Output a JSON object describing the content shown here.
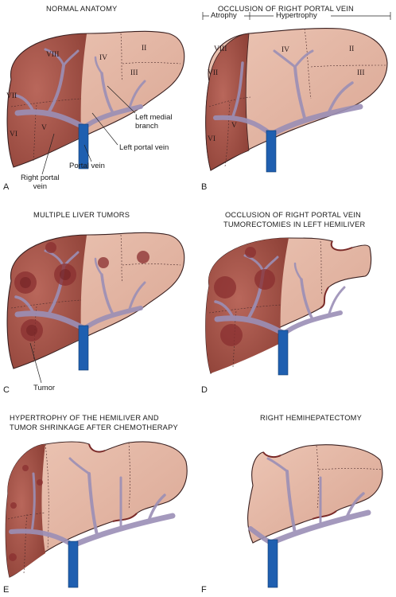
{
  "panels": {
    "A": {
      "letter": "A",
      "title": "NORMAL ANATOMY",
      "segments": {
        "s2": "II",
        "s3": "III",
        "s4": "IV",
        "s5": "V",
        "s6": "VI",
        "s7": "VII",
        "s8": "VIII"
      },
      "labels": {
        "left_medial_branch": "Left medial\nbranch",
        "left_portal_vein": "Left portal vein",
        "portal_vein": "Portal vein",
        "right_portal_vein": "Right portal\nvein"
      }
    },
    "B": {
      "letter": "B",
      "title": "OCCLUSION OF RIGHT PORTAL VEIN",
      "atrophy": "Atrophy",
      "hypertrophy": "Hypertrophy",
      "segments": {
        "s2": "II",
        "s3": "III",
        "s4": "IV",
        "s5": "V",
        "s6": "VI",
        "s7": "VII",
        "s8": "VIII"
      }
    },
    "C": {
      "letter": "C",
      "title": "MULTIPLE LIVER TUMORS",
      "labels": {
        "tumor": "Tumor"
      }
    },
    "D": {
      "letter": "D",
      "title_line1": "OCCLUSION OF RIGHT PORTAL VEIN",
      "title_line2": "TUMORECTOMIES IN LEFT HEMILIVER"
    },
    "E": {
      "letter": "E",
      "title_line1": "HYPERTROPHY OF THE HEMILIVER AND",
      "title_line2": "TUMOR SHRINKAGE AFTER CHEMOTHERAPY"
    },
    "F": {
      "letter": "F",
      "title": "RIGHT HEMIHEPATECTOMY"
    }
  },
  "colors": {
    "right_liver": "#a8584e",
    "left_liver": "#e2b3a2",
    "portal_vein": "#1f5fb0",
    "vessels": "#9b8fb6",
    "tumor": "#8a2f30",
    "outline": "#3a2020"
  }
}
